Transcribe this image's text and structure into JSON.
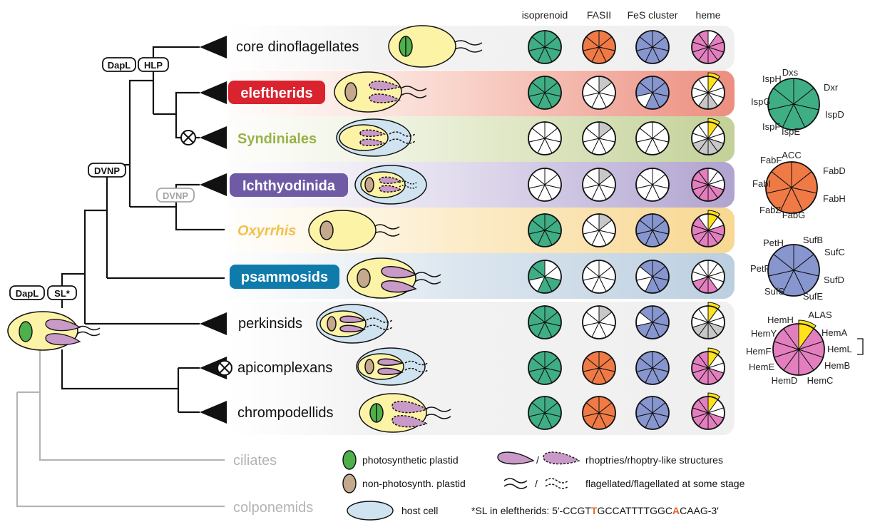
{
  "columns": [
    "isoprenoid",
    "FASII",
    "FeS cluster",
    "heme"
  ],
  "colors": {
    "isoprenoid": "#3fae85",
    "FASII": "#f07a45",
    "FeS": "#8796cf",
    "heme": "#e47fbf",
    "grey": "#c8c8c8",
    "yellow": "#ffe21a",
    "dinoRed": "#d9232e",
    "syndGreen": "#98b24a",
    "ichthPurple": "#6e5aa5",
    "oxyYellow": "#f2c14b",
    "psammBlue": "#0e7bab",
    "plastidGreen": "#4db04a",
    "plastidBrown": "#c4a98c",
    "rhoptry": "#c99ac8",
    "host": "#cfe3f0",
    "cell": "#fdf3a6",
    "treeGrey": "#b4b4b4"
  },
  "clades": [
    {
      "name": "core dinoflagellates",
      "style": "plain"
    },
    {
      "name": "eleftherids",
      "style": "badge"
    },
    {
      "name": "Syndiniales",
      "style": "color"
    },
    {
      "name": "Ichthyodinida",
      "style": "badge"
    },
    {
      "name": "Oxyrrhis",
      "style": "italic"
    },
    {
      "name": "psammosids",
      "style": "badge"
    },
    {
      "name": "perkinsids",
      "style": "plain"
    },
    {
      "name": "apicomplexans",
      "style": "plain"
    },
    {
      "name": "chrompodellids",
      "style": "plain"
    }
  ],
  "outgroups": [
    "ciliates",
    "colponemids"
  ],
  "tree_labels": {
    "dapl_top": "DapL",
    "hlp": "HLP",
    "dvnp": "DVNP",
    "dvnp_faded": "DVNP",
    "dapl_root": "DapL",
    "sl": "SL*"
  },
  "pathway_keys": {
    "isoprenoid": {
      "enzymes": [
        "Dxs",
        "Dxr",
        "IspD",
        "IspE",
        "IspF",
        "IspG",
        "IspH"
      ]
    },
    "FASII": {
      "enzymes": [
        "ACC",
        "FabD",
        "FabH",
        "FabG",
        "FabZ",
        "FabI",
        "FabF"
      ]
    },
    "FeS": {
      "enzymes": [
        "SufB",
        "SufC",
        "SufD",
        "SufE",
        "SufS",
        "PetF",
        "PetH"
      ]
    },
    "heme": {
      "enzymes": [
        "ALAS",
        "HemA",
        "HemL",
        "HemB",
        "HemC",
        "HemD",
        "HemE",
        "HemF",
        "HemY",
        "HemH"
      ]
    }
  },
  "presence": {
    "isoprenoid": [
      [
        1,
        1,
        1,
        1,
        1,
        1,
        1
      ],
      [
        1,
        1,
        1,
        1,
        1,
        1,
        1
      ],
      [
        0,
        0,
        0,
        0,
        0,
        0,
        0
      ],
      [
        0,
        0,
        0,
        0,
        0,
        0,
        0
      ],
      [
        1,
        1,
        1,
        1,
        1,
        1,
        1
      ],
      [
        0,
        0,
        1,
        1,
        0,
        1,
        1
      ],
      [
        1,
        1,
        1,
        1,
        1,
        1,
        1
      ],
      [
        1,
        1,
        1,
        1,
        1,
        1,
        1
      ],
      [
        1,
        1,
        1,
        1,
        1,
        1,
        1
      ]
    ],
    "FASII": [
      [
        1,
        1,
        1,
        1,
        1,
        1,
        1
      ],
      [
        2,
        0,
        0,
        0,
        0,
        0,
        0
      ],
      [
        2,
        0,
        0,
        0,
        0,
        0,
        0
      ],
      [
        2,
        0,
        0,
        0,
        0,
        0,
        0
      ],
      [
        2,
        0,
        0,
        0,
        0,
        0,
        0
      ],
      [
        0,
        0,
        0,
        0,
        0,
        0,
        0
      ],
      [
        2,
        0,
        0,
        0,
        0,
        0,
        0
      ],
      [
        1,
        1,
        1,
        1,
        1,
        1,
        1
      ],
      [
        1,
        1,
        1,
        1,
        1,
        1,
        1
      ]
    ],
    "FeS": [
      [
        1,
        1,
        1,
        1,
        1,
        1,
        1
      ],
      [
        1,
        1,
        1,
        1,
        0,
        1,
        1
      ],
      [
        0,
        0,
        0,
        0,
        0,
        0,
        0
      ],
      [
        0,
        0,
        0,
        0,
        0,
        0,
        0
      ],
      [
        1,
        1,
        1,
        1,
        1,
        1,
        1
      ],
      [
        1,
        1,
        1,
        1,
        0,
        0,
        1
      ],
      [
        1,
        1,
        1,
        1,
        1,
        0,
        1
      ],
      [
        1,
        1,
        1,
        1,
        1,
        1,
        1
      ],
      [
        1,
        1,
        1,
        1,
        1,
        1,
        1
      ]
    ],
    "heme": [
      [
        0,
        1,
        1,
        1,
        1,
        1,
        1,
        1,
        1,
        1
      ],
      [
        3,
        0,
        0,
        0,
        2,
        2,
        0,
        0,
        0,
        0
      ],
      [
        3,
        0,
        0,
        2,
        2,
        2,
        2,
        0,
        0,
        0
      ],
      [
        0,
        0,
        0,
        1,
        1,
        1,
        1,
        1,
        1,
        1
      ],
      [
        3,
        0,
        1,
        1,
        1,
        1,
        1,
        1,
        1,
        0
      ],
      [
        0,
        0,
        0,
        0,
        1,
        1,
        1,
        0,
        0,
        0
      ],
      [
        3,
        0,
        0,
        2,
        2,
        2,
        2,
        0,
        0,
        0
      ],
      [
        3,
        0,
        0,
        1,
        1,
        1,
        1,
        1,
        1,
        1
      ],
      [
        3,
        0,
        0,
        1,
        1,
        1,
        1,
        1,
        1,
        1
      ]
    ]
  },
  "legend": {
    "photosynthetic": "photosynthetic plastid",
    "nonphoto": "non-photosynth. plastid",
    "host": "host cell",
    "rhoptries": "rhoptries/rhoptry-like structures",
    "flagella": "flagellated/flagellated at some stage",
    "slash": "/",
    "sl_prefix": "*SL in eleftherids: 5'-CCGT",
    "sl_t": "T",
    "sl_mid": "GCCATTTTGGC",
    "sl_a": "A",
    "sl_suffix": "CAAG-3'"
  }
}
